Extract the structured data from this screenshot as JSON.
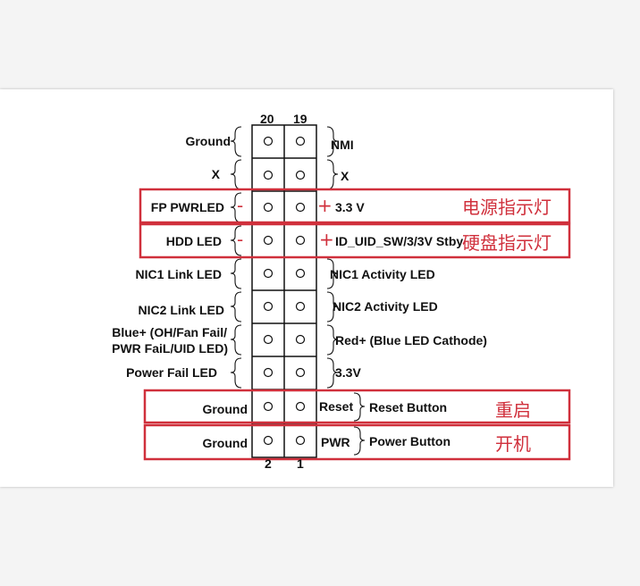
{
  "header": {
    "pin_left_top": "20",
    "pin_right_top": "19",
    "pin_left_bottom": "2",
    "pin_right_bottom": "1"
  },
  "rows": [
    {
      "left": "Ground",
      "right": "NMI"
    },
    {
      "left": "X",
      "right": "X"
    },
    {
      "left": "FP PWRLED",
      "left_sign": "-",
      "right_sign": "+",
      "right": "3.3 V",
      "note": "电源指示灯"
    },
    {
      "left": "HDD LED",
      "left_sign": "-",
      "right_sign": "+",
      "right": "ID_UID_SW/3/3V Stby",
      "note": "硬盘指示灯"
    },
    {
      "left": "NIC1 Link LED",
      "right": "NIC1 Activity LED"
    },
    {
      "left": "NIC2 Link LED",
      "right": "NIC2 Activity LED"
    },
    {
      "left_line1": "Blue+ (OH/Fan Fail/",
      "left_line2": "PWR FaiL/UID LED)",
      "right": "Red+ (Blue LED Cathode)"
    },
    {
      "left": "Power Fail LED",
      "right": "3.3V"
    },
    {
      "left": "Ground",
      "right_pin": "Reset",
      "right": "Reset Button",
      "note": "重启"
    },
    {
      "left": "Ground",
      "right_pin": "PWR",
      "right": "Power Button",
      "note": "开机"
    }
  ],
  "colors": {
    "highlight": "#d0303c",
    "ink": "#111111",
    "sheet": "#ffffff",
    "page": "#f4f4f4"
  }
}
